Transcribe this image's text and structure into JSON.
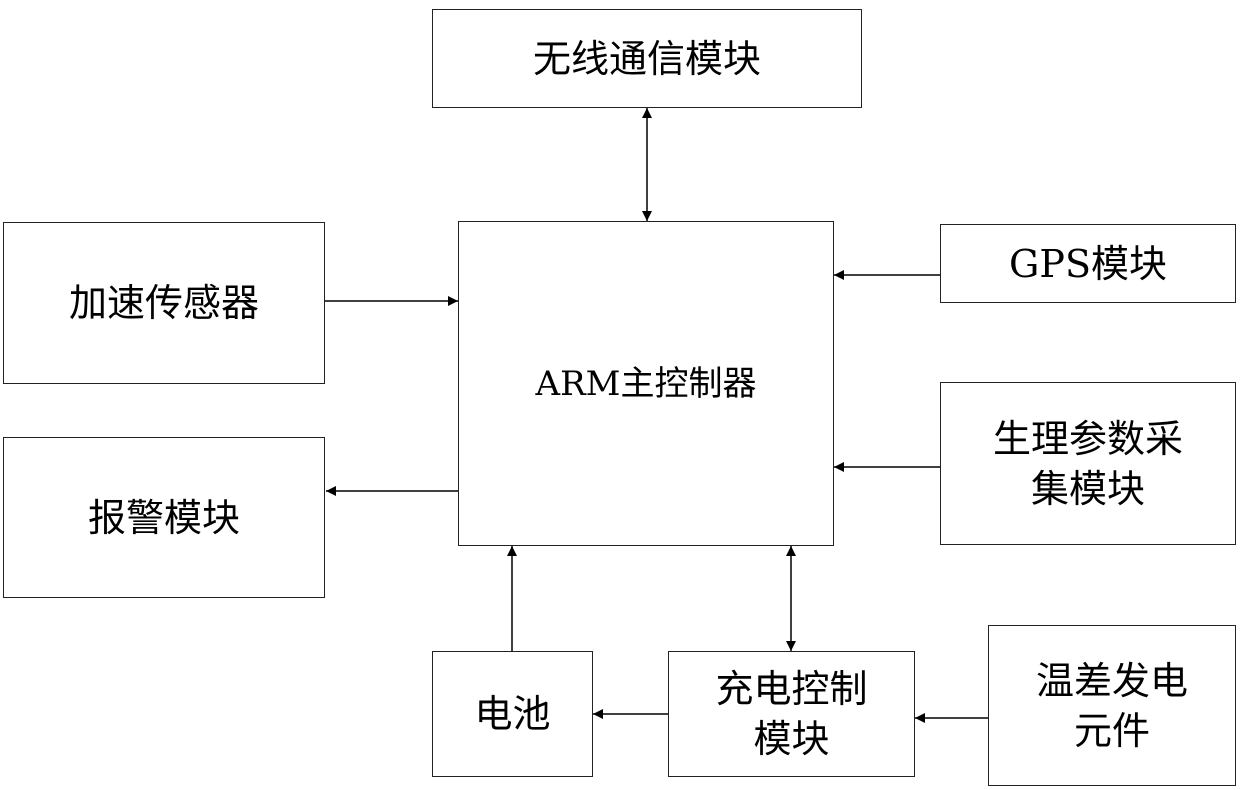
{
  "blocks": {
    "wireless": "无线通信模块",
    "controller": "ARM主控制器",
    "accel": "加速传感器",
    "alarm": "报警模块",
    "gps": "GPS模块",
    "physio": "生理参数采\n集模块",
    "battery": "电池",
    "charge": "充电控制\n模块",
    "teg": "温差发电\n元件"
  }
}
